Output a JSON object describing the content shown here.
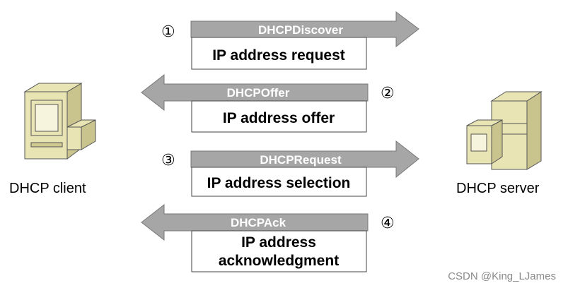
{
  "client": {
    "label": "DHCP client",
    "icon": "client-computer-icon"
  },
  "server": {
    "label": "DHCP server",
    "icon": "server-computer-icon"
  },
  "messages": [
    {
      "step": "①",
      "name": "DHCPDiscover",
      "direction": "right",
      "description": [
        "IP address request"
      ]
    },
    {
      "step": "②",
      "name": "DHCPOffer",
      "direction": "left",
      "description": [
        "IP address offer"
      ]
    },
    {
      "step": "③",
      "name": "DHCPRequest",
      "direction": "right",
      "description": [
        "IP address selection"
      ]
    },
    {
      "step": "④",
      "name": "DHCPAck",
      "direction": "left",
      "description": [
        "IP address",
        "acknowledgment"
      ]
    }
  ],
  "watermark": "CSDN @King_LJames",
  "colors": {
    "arrow_fill": "#a6a6a6",
    "arrow_stroke": "#777777",
    "device_body": "#e8e4b4",
    "device_shade": "#c9c48e",
    "device_outline": "#555555"
  }
}
